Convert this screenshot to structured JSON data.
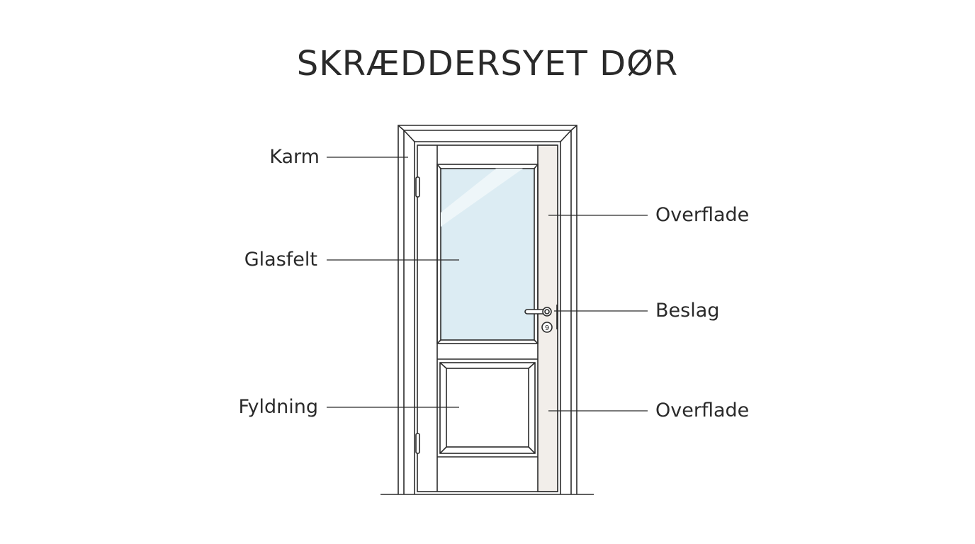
{
  "title": "SKRÆDDERSYET DØR",
  "labels": {
    "karm": "Karm",
    "glasfelt": "Glasfelt",
    "fyldning": "Fyldning",
    "overflade_top": "Overflade",
    "beslag": "Beslag",
    "overflade_bottom": "Overflade"
  },
  "colors": {
    "line": "#2b2b2b",
    "glass": "#dcecf3",
    "surface": "#f2eeea"
  }
}
